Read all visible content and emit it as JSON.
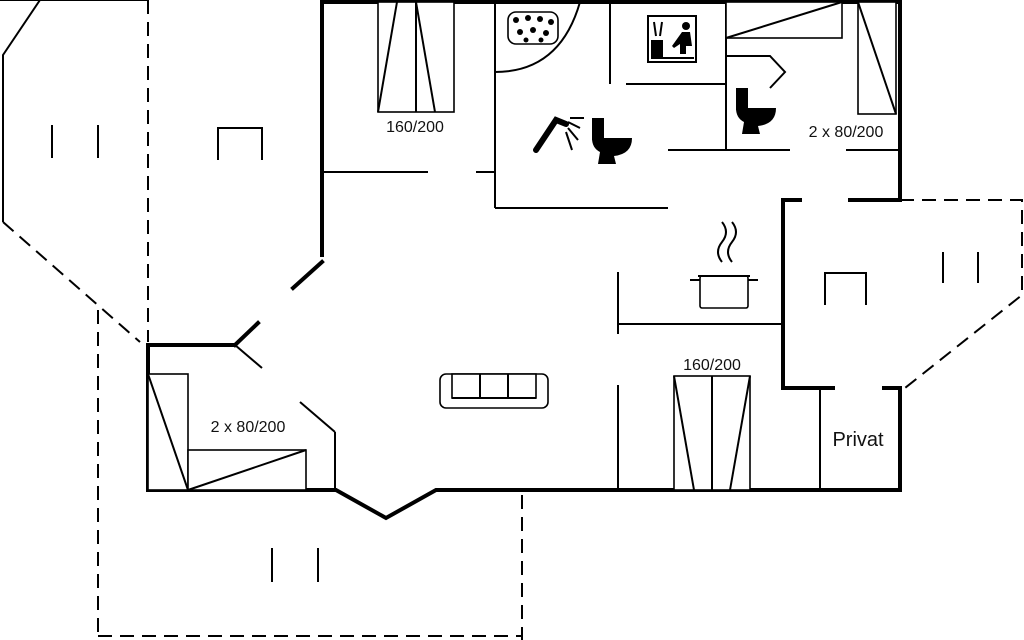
{
  "labels": {
    "bed_top": "160/200",
    "bed_top_right": "2 x 80/200",
    "bed_left": "2 x 80/200",
    "bed_bottom": "160/200",
    "private_room": "Privat"
  },
  "icons": [
    "bed-icon",
    "whirlpool-icon",
    "sauna-icon",
    "shower-icon",
    "toilet-icon",
    "cooking-pot-icon",
    "sofa-icon",
    "terrace-bench-icon"
  ]
}
